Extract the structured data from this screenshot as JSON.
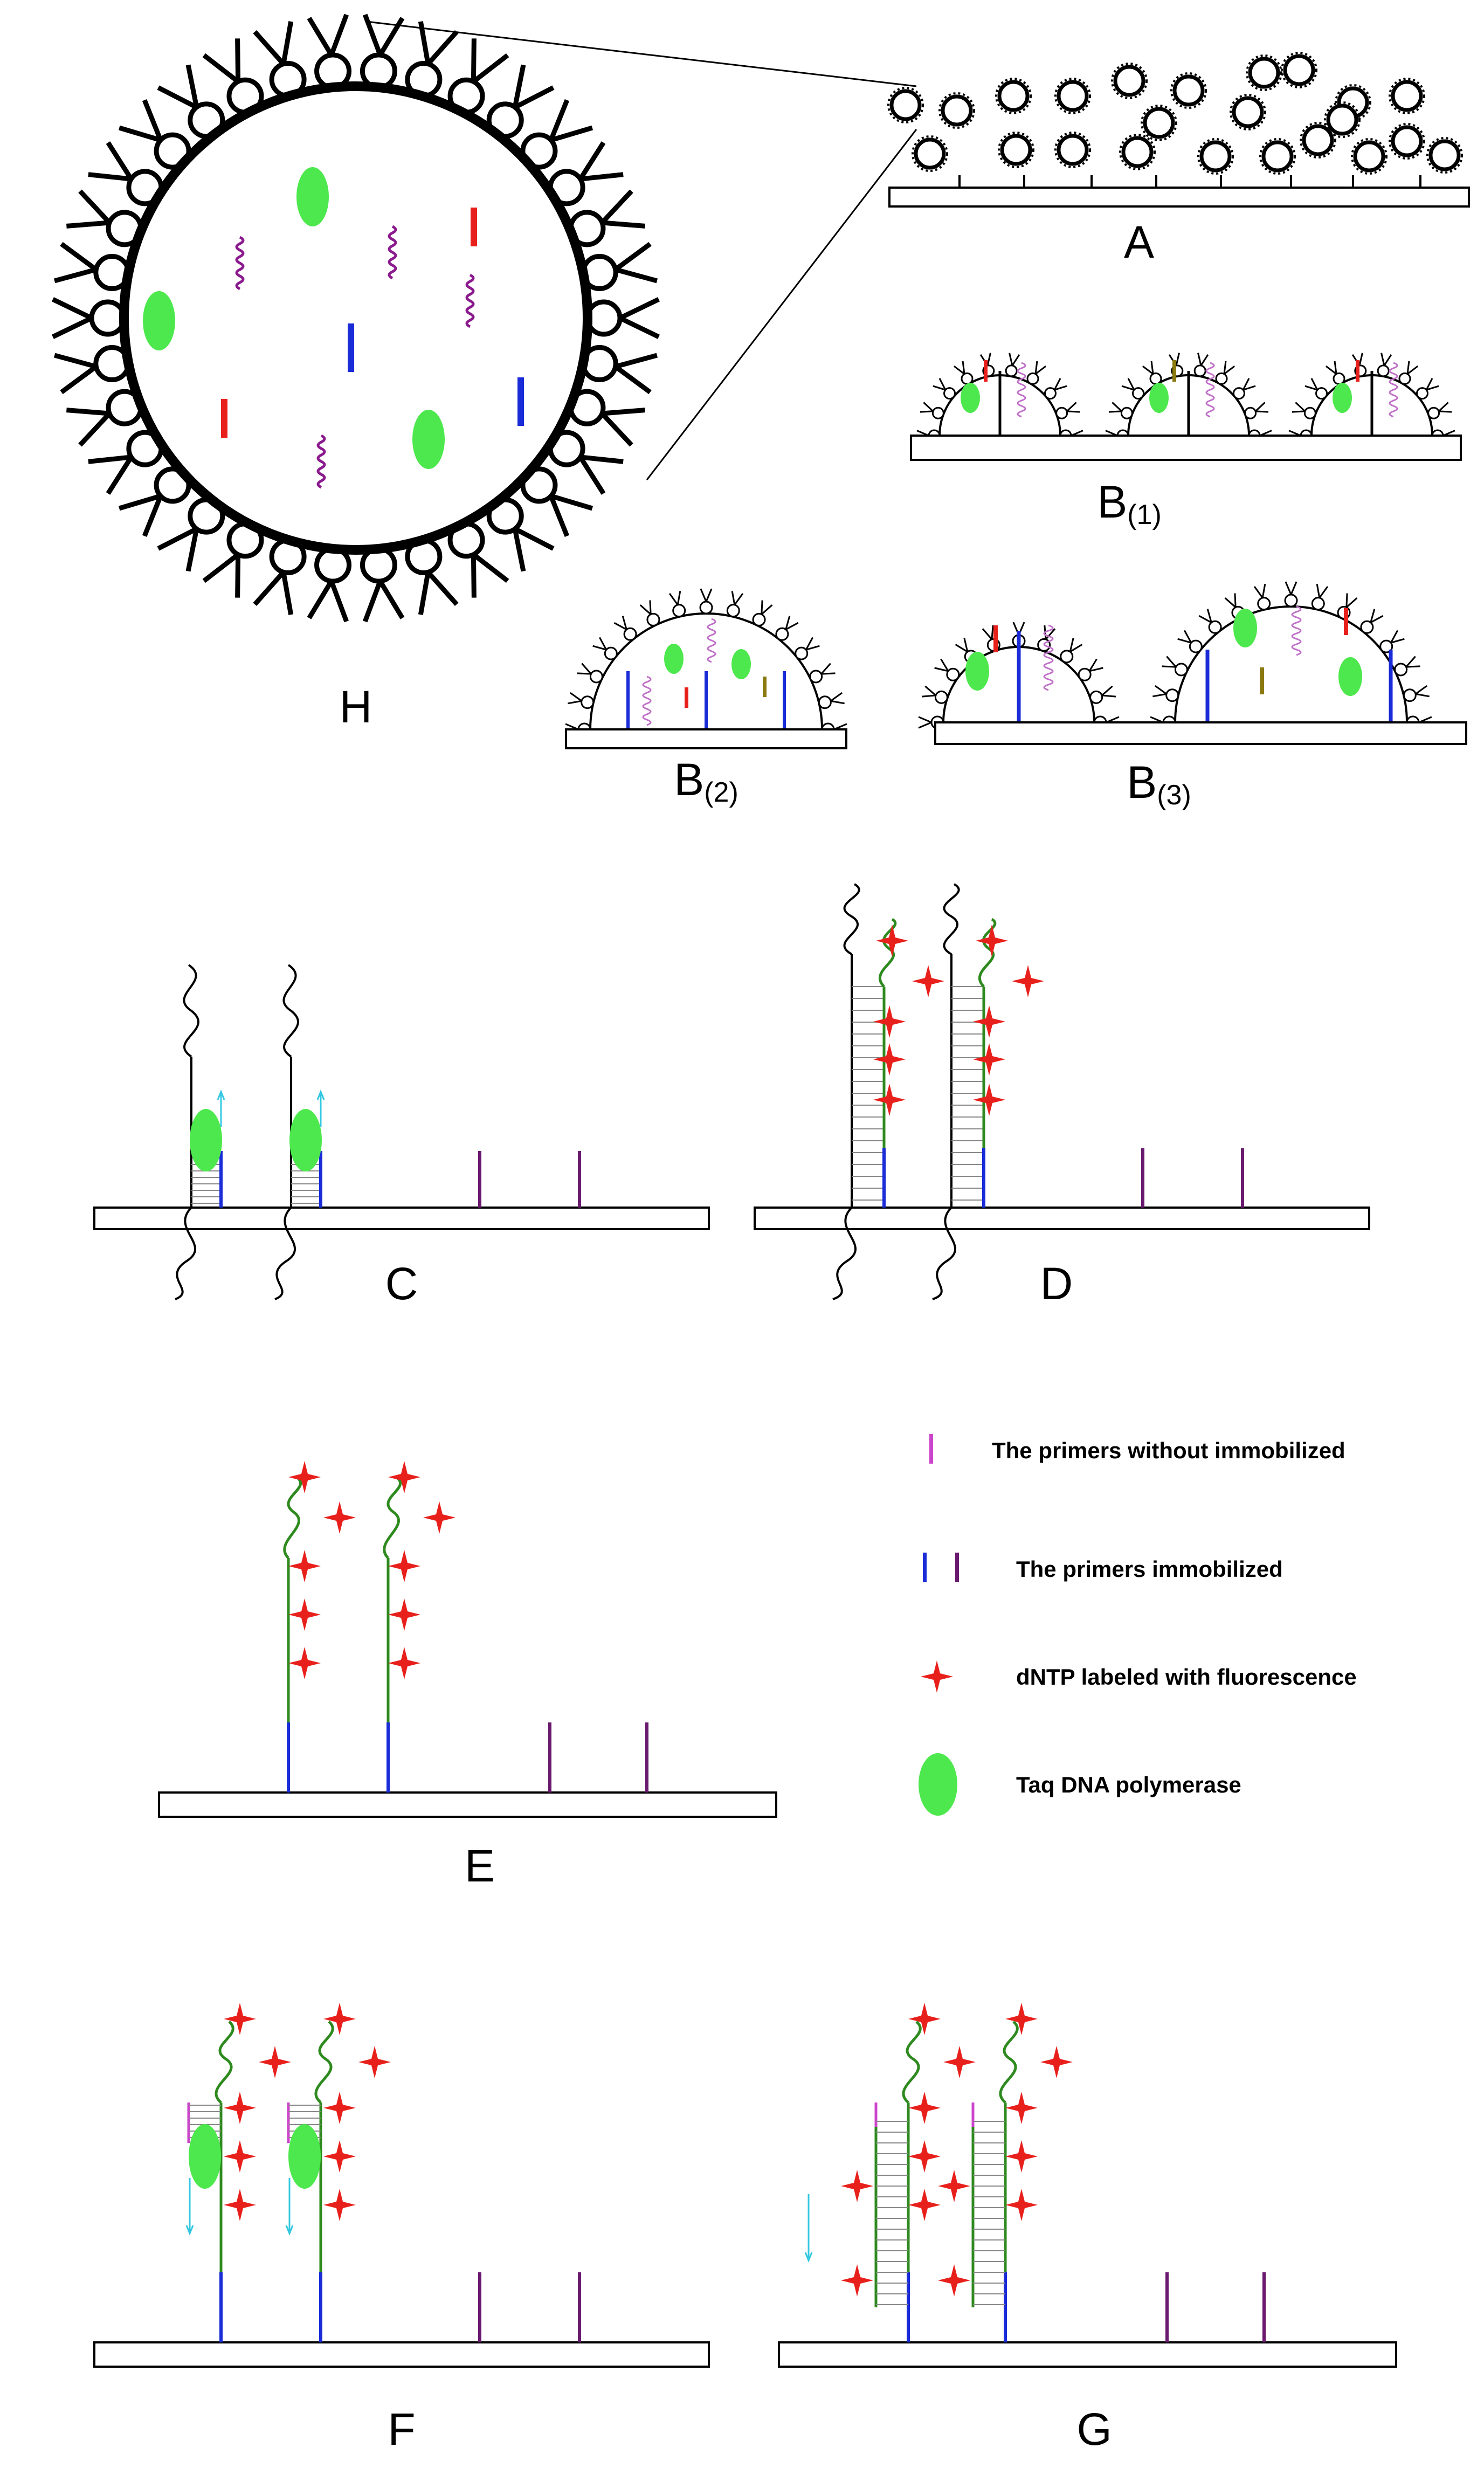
{
  "panels": {
    "H": "H",
    "A": "A",
    "B1": "B",
    "B1_sub": "(1)",
    "B2": "B",
    "B2_sub": "(2)",
    "B3": "B",
    "B3_sub": "(3)",
    "C": "C",
    "D": "D",
    "E": "E",
    "F": "F",
    "G": "G"
  },
  "legend": {
    "primers_free": "The primers without immobilized",
    "primers_immobilized": "The primers immobilized",
    "dntp": "dNTP labeled with fluorescence",
    "taq": "Taq DNA polymerase"
  },
  "colors": {
    "polymerase": "#4de84d",
    "primer_red": "#e8201c",
    "primer_blue": "#1a2bd8",
    "primer_purple": "#6a1a6e",
    "primer_free": "#cc44cc",
    "primer_olive": "#8a7a10",
    "template": "#8a1a8e",
    "strand_green": "#2e8a1e",
    "dntp_star": "#e8201c",
    "extension_arrow": "#33c8e0"
  }
}
